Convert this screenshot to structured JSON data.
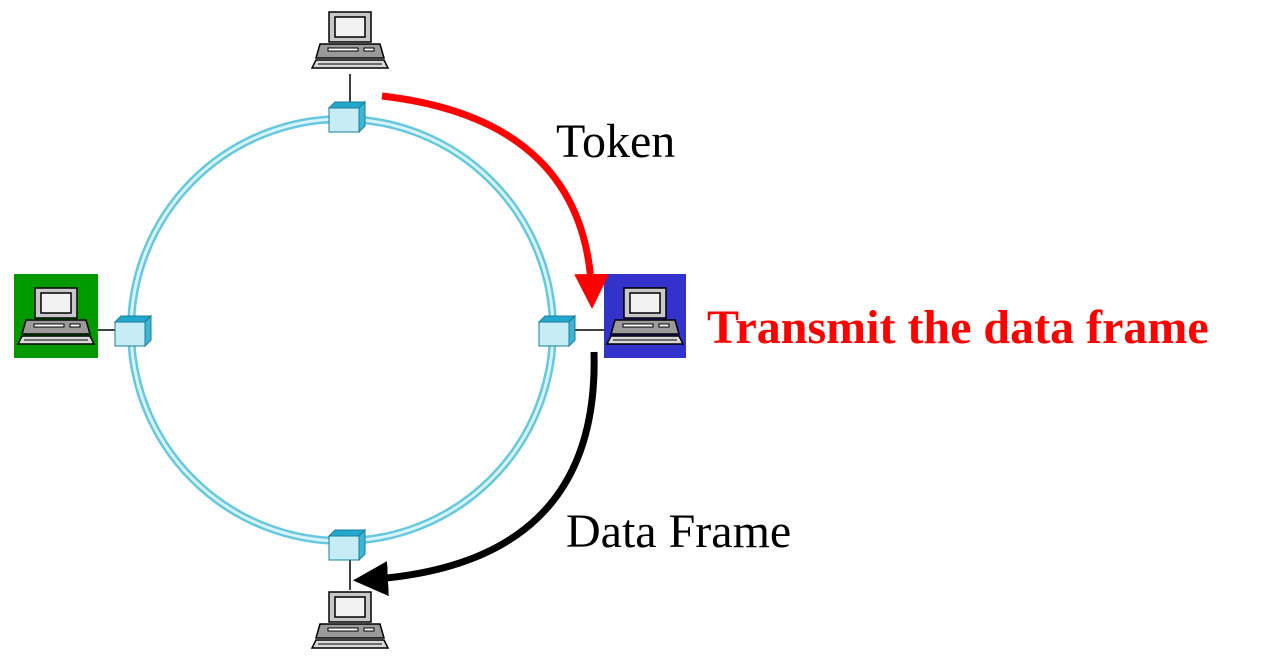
{
  "labels": {
    "token": "Token",
    "data_frame": "Data Frame",
    "transmit": "Transmit the data frame"
  },
  "colors": {
    "ring": "#66c8e0",
    "ring_inner": "#d8f3fb",
    "token_arrow": "#ff0000",
    "frame_arrow": "#000000",
    "transmit_text": "#ff0000",
    "active_station_bg": "#3333cc",
    "idle_station_bg": "#009900",
    "hub_top": "#22a8cc",
    "hub_face": "#c6ecf6"
  },
  "stations": [
    {
      "name": "top-station",
      "highlight": "none"
    },
    {
      "name": "left-station",
      "highlight": "green"
    },
    {
      "name": "right-station",
      "highlight": "blue"
    },
    {
      "name": "bottom-station",
      "highlight": "none"
    }
  ],
  "icons": [
    "computer-icon",
    "hub-icon",
    "arrow-icon"
  ]
}
